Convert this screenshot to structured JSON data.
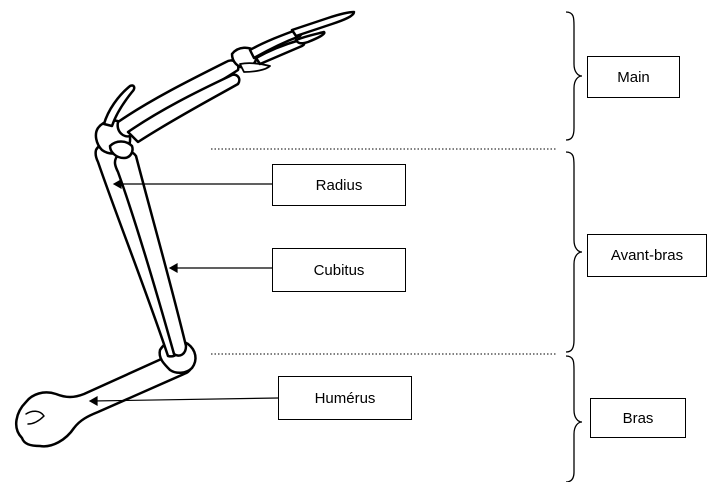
{
  "labels": {
    "radius": "Radius",
    "cubitus": "Cubitus",
    "humerus": "Humérus",
    "main": "Main",
    "avant_bras": "Avant-bras",
    "bras": "Bras"
  },
  "colors": {
    "line": "#000000",
    "background": "#ffffff"
  }
}
